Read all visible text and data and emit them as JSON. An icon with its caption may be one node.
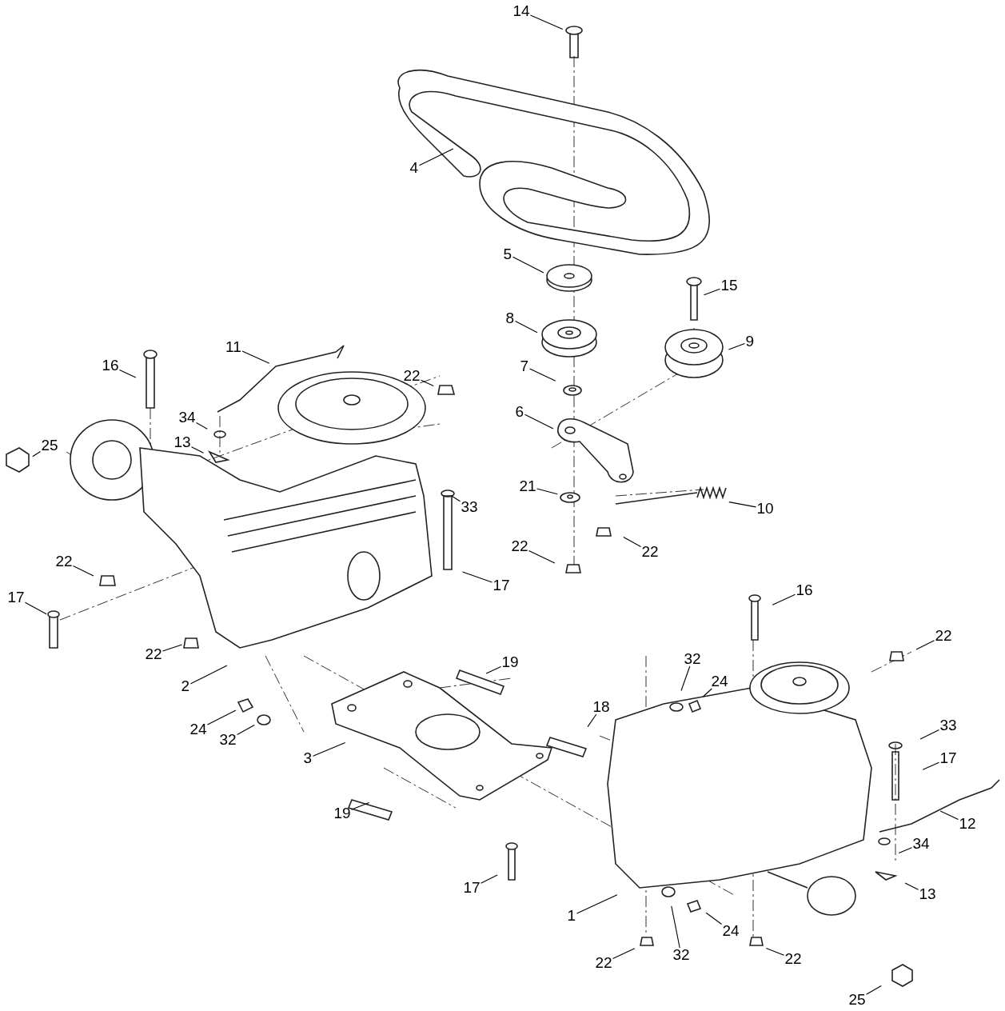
{
  "diagram": {
    "nodes": [
      {
        "text": [
          "14"
        ]
      },
      {
        "text": [
          "4"
        ]
      },
      {
        "text": [
          "5"
        ]
      },
      {
        "text": [
          "8"
        ]
      },
      {
        "text": [
          "15"
        ]
      },
      {
        "text": [
          "9"
        ]
      },
      {
        "text": [
          "7"
        ]
      },
      {
        "text": [
          "6"
        ]
      },
      {
        "text": [
          "21"
        ]
      },
      {
        "text": [
          "10"
        ]
      },
      {
        "text": [
          "22"
        ]
      },
      {
        "text": [
          "22"
        ]
      },
      {
        "text": [
          "11"
        ]
      },
      {
        "text": [
          "16"
        ]
      },
      {
        "text": [
          "22"
        ]
      },
      {
        "text": [
          "34"
        ]
      },
      {
        "text": [
          "13"
        ]
      },
      {
        "text": [
          "25"
        ]
      },
      {
        "text": [
          "33"
        ]
      },
      {
        "text": [
          "22"
        ]
      },
      {
        "text": [
          "17"
        ]
      },
      {
        "text": [
          "17"
        ]
      },
      {
        "text": [
          "22"
        ]
      },
      {
        "text": [
          "2"
        ]
      },
      {
        "text": [
          "16"
        ]
      },
      {
        "text": [
          "22"
        ]
      },
      {
        "text": [
          "32"
        ]
      },
      {
        "text": [
          "24"
        ]
      },
      {
        "text": [
          "19"
        ]
      },
      {
        "text": [
          "33"
        ]
      },
      {
        "text": [
          "18"
        ]
      },
      {
        "text": [
          "17"
        ]
      },
      {
        "text": [
          "24"
        ]
      },
      {
        "text": [
          "32"
        ]
      },
      {
        "text": [
          "3"
        ]
      },
      {
        "text": [
          "12"
        ]
      },
      {
        "text": [
          "19"
        ]
      },
      {
        "text": [
          "34"
        ]
      },
      {
        "text": [
          "17"
        ]
      },
      {
        "text": [
          "13"
        ]
      },
      {
        "text": [
          "1"
        ]
      },
      {
        "text": [
          "24"
        ]
      },
      {
        "text": [
          "32"
        ]
      },
      {
        "text": [
          "22"
        ]
      },
      {
        "text": [
          "22"
        ]
      },
      {
        "text": [
          "25"
        ]
      }
    ],
    "edges": [
      {
        "from": 0,
        "to": null,
        "arrow": "none"
      },
      {
        "from": 1,
        "to": null,
        "arrow": "none"
      },
      {
        "from": 2,
        "to": null,
        "arrow": "none"
      },
      {
        "from": 3,
        "to": null,
        "arrow": "none"
      },
      {
        "from": 4,
        "to": null,
        "arrow": "none"
      },
      {
        "from": 5,
        "to": null,
        "arrow": "none"
      },
      {
        "from": 6,
        "to": null,
        "arrow": "none"
      },
      {
        "from": 7,
        "to": null,
        "arrow": "none"
      },
      {
        "from": 8,
        "to": null,
        "arrow": "none"
      },
      {
        "from": 9,
        "to": null,
        "arrow": "none"
      },
      {
        "from": 10,
        "to": null,
        "arrow": "none"
      },
      {
        "from": 11,
        "to": null,
        "arrow": "none"
      },
      {
        "from": 12,
        "to": null,
        "arrow": "none"
      },
      {
        "from": 13,
        "to": null,
        "arrow": "none"
      },
      {
        "from": 14,
        "to": null,
        "arrow": "none"
      },
      {
        "from": 15,
        "to": null,
        "arrow": "none"
      },
      {
        "from": 16,
        "to": null,
        "arrow": "none"
      },
      {
        "from": 17,
        "to": null,
        "arrow": "none"
      },
      {
        "from": 18,
        "to": null,
        "arrow": "none"
      },
      {
        "from": 19,
        "to": null,
        "arrow": "none"
      },
      {
        "from": 20,
        "to": null,
        "arrow": "none"
      },
      {
        "from": 21,
        "to": null,
        "arrow": "none"
      },
      {
        "from": 22,
        "to": null,
        "arrow": "none"
      },
      {
        "from": 23,
        "to": null,
        "arrow": "none"
      },
      {
        "from": 24,
        "to": null,
        "arrow": "none"
      },
      {
        "from": 25,
        "to": null,
        "arrow": "none"
      },
      {
        "from": 26,
        "to": null,
        "arrow": "none"
      },
      {
        "from": 27,
        "to": null,
        "arrow": "none"
      },
      {
        "from": 28,
        "to": null,
        "arrow": "none"
      },
      {
        "from": 29,
        "to": null,
        "arrow": "none"
      },
      {
        "from": 30,
        "to": null,
        "arrow": "none"
      },
      {
        "from": 31,
        "to": null,
        "arrow": "none"
      },
      {
        "from": 32,
        "to": null,
        "arrow": "none"
      },
      {
        "from": 33,
        "to": null,
        "arrow": "none"
      },
      {
        "from": 34,
        "to": null,
        "arrow": "none"
      },
      {
        "from": 35,
        "to": null,
        "arrow": "none"
      },
      {
        "from": 36,
        "to": null,
        "arrow": "none"
      },
      {
        "from": 37,
        "to": null,
        "arrow": "none"
      },
      {
        "from": 38,
        "to": null,
        "arrow": "none"
      },
      {
        "from": 39,
        "to": null,
        "arrow": "none"
      },
      {
        "from": 40,
        "to": null,
        "arrow": "none"
      },
      {
        "from": 41,
        "to": null,
        "arrow": "none"
      },
      {
        "from": 42,
        "to": null,
        "arrow": "none"
      },
      {
        "from": 43,
        "to": null,
        "arrow": "none"
      },
      {
        "from": 44,
        "to": null,
        "arrow": "none"
      },
      {
        "from": 45,
        "to": null,
        "arrow": "none"
      }
    ]
  }
}
